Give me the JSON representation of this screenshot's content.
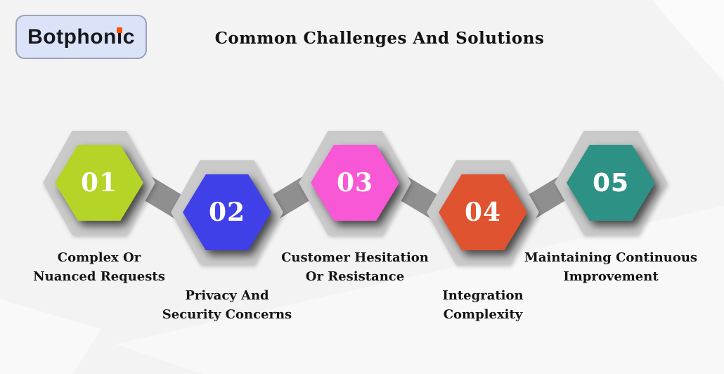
{
  "logo": {
    "parts": [
      "Botphon",
      "i",
      "c"
    ],
    "dot_color": "#ff4f00",
    "bg_color": "#dbe3f8",
    "border_color": "#99a2b9"
  },
  "title": "Common Challenges And Solutions",
  "colors": {
    "outer_hexagon": "#cacaca",
    "connector": "#8f8f8f",
    "number_text": "#ffffff",
    "label_text": "#141414",
    "background": "#f3f3f3"
  },
  "steps": [
    {
      "number": "01",
      "color": "#b5d428",
      "label_lines": [
        "Complex Or",
        "Nuanced Requests"
      ]
    },
    {
      "number": "02",
      "color": "#4040e8",
      "label_lines": [
        "Privacy And",
        "Security Concerns"
      ]
    },
    {
      "number": "03",
      "color": "#f858d5",
      "label_lines": [
        "Customer Hesitation",
        "Or Resistance"
      ]
    },
    {
      "number": "04",
      "color": "#df5330",
      "label_lines": [
        "Integration",
        "Complexity"
      ]
    },
    {
      "number": "05",
      "color": "#2e9186",
      "label_lines": [
        "Maintaining Continuous",
        "Improvement"
      ]
    }
  ]
}
